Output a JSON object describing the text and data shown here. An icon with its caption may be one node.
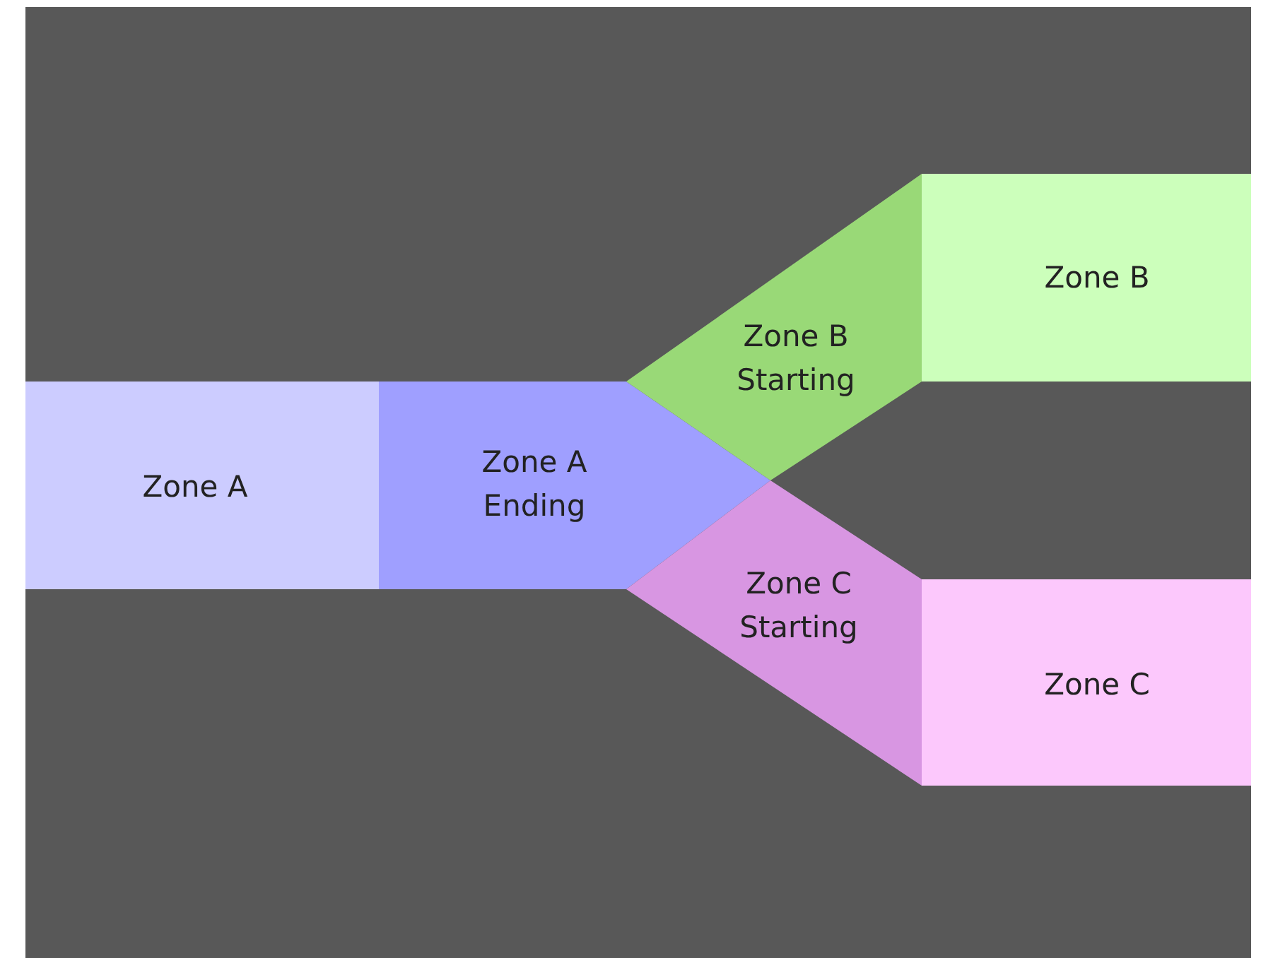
{
  "diagram": {
    "nodes": [
      {
        "text": [
          "Zone A"
        ]
      },
      {
        "text": [
          "Zone A Ending"
        ]
      },
      {
        "text": [
          "Zone B Starting"
        ]
      },
      {
        "text": [
          "Zone B"
        ]
      },
      {
        "text": [
          "Zone C Starting"
        ]
      },
      {
        "text": [
          "Zone C"
        ]
      }
    ]
  }
}
